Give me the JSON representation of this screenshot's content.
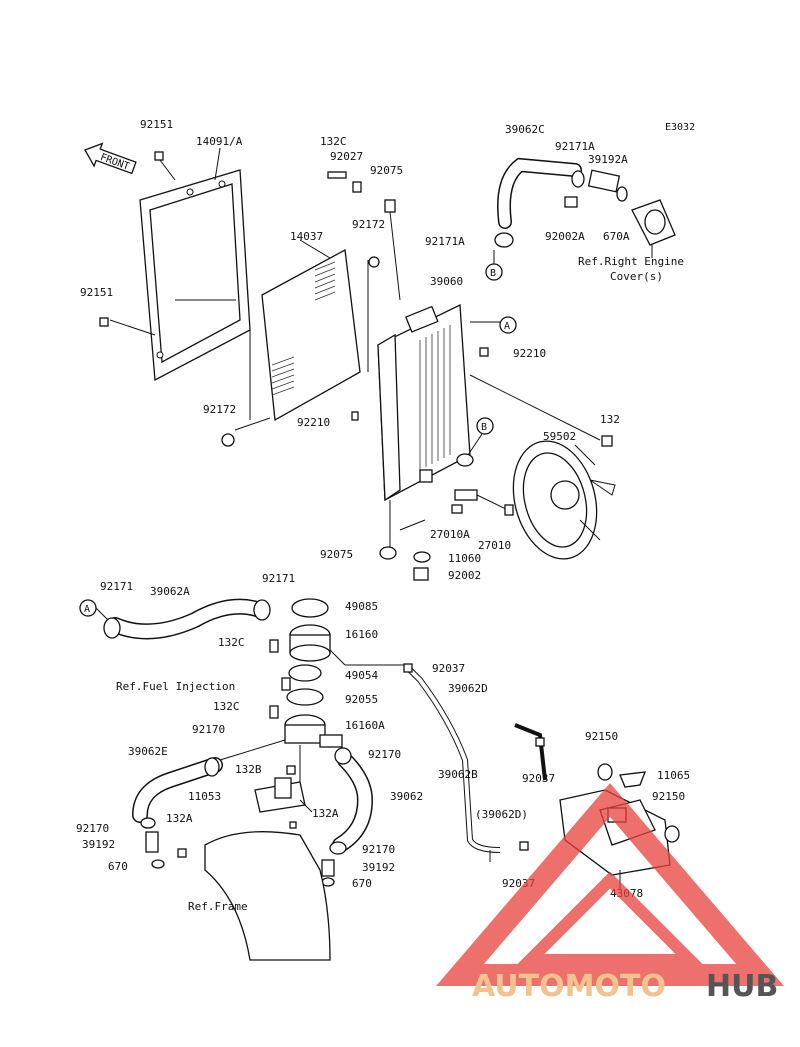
{
  "code": "E3032",
  "front_label": "FRONT",
  "callouts": {
    "A": "A",
    "B": "B"
  },
  "labels": {
    "p92151_top": "92151",
    "p14091A": "14091/A",
    "p132C_top": "132C",
    "p92027": "92027",
    "p92075_top": "92075",
    "p39062C": "39062C",
    "p92171A_top": "92171A",
    "p39192A": "39192A",
    "p92171A_left": "92171A",
    "p92002A": "92002A",
    "p670A": "670A",
    "ref_right_engine_1": "Ref.Right Engine",
    "ref_right_engine_2": "Cover(s)",
    "p14037": "14037",
    "p92172_top": "92172",
    "p92151_left": "92151",
    "p39060": "39060",
    "p92210_right": "92210",
    "p92172_bottom": "92172",
    "p92210_bottom": "92210",
    "p132_right": "132",
    "p59502": "59502",
    "p27010A": "27010A",
    "p27010": "27010",
    "p92075_bottom": "92075",
    "p11060": "11060",
    "p92002": "92002",
    "p92171_a": "92171",
    "p39062A": "39062A",
    "p92171_b": "92171",
    "p49085": "49085",
    "p16160": "16160",
    "p132C_mid": "132C",
    "p49054": "49054",
    "p92037_a": "92037",
    "ref_fuel_injection": "Ref.Fuel Injection",
    "p92055": "92055",
    "p39062D": "39062D",
    "p132C_low": "132C",
    "p16160A": "16160A",
    "p92170_a": "92170",
    "p92170_b": "92170",
    "p39062E": "39062E",
    "p132B": "132B",
    "p92150_a": "92150",
    "p39062B": "39062B",
    "p92037_b": "92037",
    "p11065": "11065",
    "p11053": "11053",
    "p39062": "39062",
    "p92150_b": "92150",
    "p132A_a": "132A",
    "p132A_b": "132A",
    "p39062D_paren": "(39062D)",
    "p92170_c": "92170",
    "p39192_left": "39192",
    "p670_left": "670",
    "p92170_d": "92170",
    "p39192_right": "39192",
    "p670_right": "670",
    "p92037_c": "92037",
    "p43078": "43078",
    "ref_frame": "Ref.Frame"
  },
  "watermark": {
    "part1": "AUTOMOTO",
    "part2": "HUB",
    "color1": "#f2c38f",
    "color2": "#555555",
    "triangle_color": "#e8413c"
  }
}
